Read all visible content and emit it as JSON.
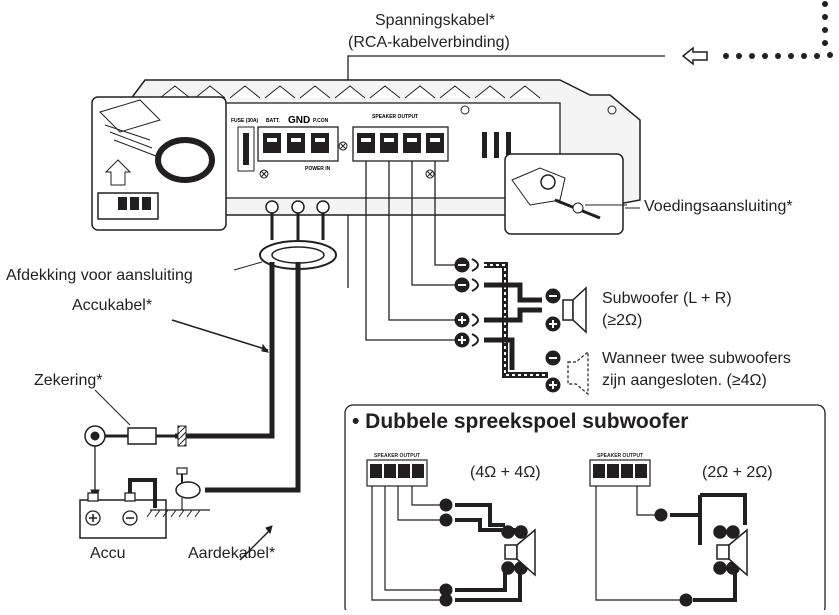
{
  "labels": {
    "voltage_cable": "Spanningskabel*",
    "rca_connection": "(RCA-kabelverbinding)",
    "power_connection": "Voedingsaansluiting*",
    "terminal_cover": "Afdekking voor aansluiting",
    "battery_cable": "Accukabel*",
    "subwoofer": "Subwoofer (L + R)",
    "subwoofer_impedance": "(≥2Ω)",
    "two_subs_line1": "Wanneer twee subwoofers",
    "two_subs_line2": "zijn aangesloten. (≥4Ω)",
    "fuse": "Zekering*",
    "battery": "Accu",
    "ground_cable": "Aardekabel*"
  },
  "amp_terminals": {
    "fuse": "FUSE (30A)",
    "batt": "BATT.",
    "gnd": "GND",
    "pcon": "P.CON",
    "power_in": "POWER IN",
    "speaker_output": "SPEAKER OUTPUT"
  },
  "dual_voice_coil": {
    "title": "• Dubbele spreekspoel subwoofer",
    "left_impedance": "(4Ω + 4Ω)",
    "right_impedance": "(2Ω + 2Ω)",
    "speaker_output": "SPEAKER OUTPUT"
  }
}
